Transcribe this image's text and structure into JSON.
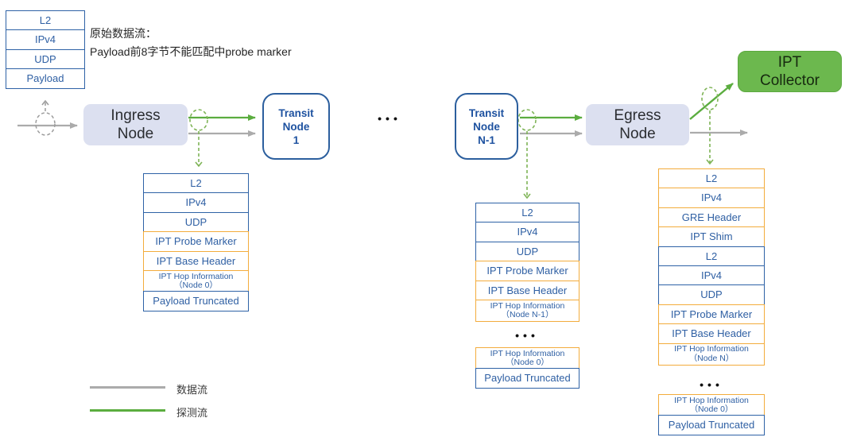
{
  "annotation": {
    "text": "原始数据流：\nPayload前8字节不能匹配中probe marker"
  },
  "nodes": {
    "ingress": {
      "label": "Ingress\nNode"
    },
    "transit_1": {
      "label": "Transit\nNode\n1"
    },
    "transit_n_minus_1": {
      "label": "Transit\nNode\nN-1"
    },
    "egress": {
      "label": "Egress\nNode"
    },
    "collector": {
      "label": "IPT\nCollector"
    }
  },
  "ellipsis": "•••",
  "stacks": {
    "origin": {
      "rows": [
        {
          "label": "L2",
          "style": "blue"
        },
        {
          "label": "IPv4",
          "style": "blue"
        },
        {
          "label": "UDP",
          "style": "blue"
        },
        {
          "label": "Payload",
          "style": "blue"
        }
      ]
    },
    "after_ingress": {
      "rows": [
        {
          "label": "L2",
          "style": "blue"
        },
        {
          "label": "IPv4",
          "style": "blue"
        },
        {
          "label": "UDP",
          "style": "blue"
        },
        {
          "label": "IPT Probe Marker",
          "style": "orange"
        },
        {
          "label": "IPT Base Header",
          "style": "orange"
        },
        {
          "label": "IPT Hop Information",
          "sublabel": "（Node 0）",
          "style": "orange"
        },
        {
          "label": "Payload Truncated",
          "style": "blue"
        }
      ]
    },
    "after_transit_n_minus_1": {
      "rows_top": [
        {
          "label": "L2",
          "style": "blue"
        },
        {
          "label": "IPv4",
          "style": "blue"
        },
        {
          "label": "UDP",
          "style": "blue"
        },
        {
          "label": "IPT Probe Marker",
          "style": "orange"
        },
        {
          "label": "IPT Base Header",
          "style": "orange"
        },
        {
          "label": "IPT Hop Information",
          "sublabel": "（Node N-1）",
          "style": "orange"
        }
      ],
      "rows_bottom": [
        {
          "label": "IPT Hop Information",
          "sublabel": "（Node 0）",
          "style": "orange"
        },
        {
          "label": "Payload Truncated",
          "style": "blue"
        }
      ]
    },
    "after_egress": {
      "rows_top": [
        {
          "label": "L2",
          "style": "orange"
        },
        {
          "label": "IPv4",
          "style": "orange"
        },
        {
          "label": "GRE Header",
          "style": "orange"
        },
        {
          "label": "IPT Shim",
          "style": "orange"
        },
        {
          "label": "L2",
          "style": "blue"
        },
        {
          "label": "IPv4",
          "style": "blue"
        },
        {
          "label": "UDP",
          "style": "blue"
        },
        {
          "label": "IPT Probe Marker",
          "style": "orange"
        },
        {
          "label": "IPT Base Header",
          "style": "orange"
        },
        {
          "label": "IPT Hop Information",
          "sublabel": "（Node N）",
          "style": "orange"
        }
      ],
      "rows_bottom": [
        {
          "label": "IPT Hop Information",
          "sublabel": "（Node 0）",
          "style": "orange"
        },
        {
          "label": "Payload Truncated",
          "style": "blue"
        }
      ]
    }
  },
  "legend": {
    "items": [
      {
        "label": "数据流",
        "color": "#ABABAB"
      },
      {
        "label": "探测流",
        "color": "#5BAD3F"
      }
    ]
  },
  "colors": {
    "blue_border": "#2E62A6",
    "blue_text": "#2E5FA3",
    "orange_border": "#F3AC3C",
    "green_solid": "#5BAD3F",
    "green_dashed": "#7FB457",
    "gray_line": "#ABABAB",
    "node_fill": "#DCE0F0",
    "collector_fill": "#6CB84E"
  }
}
